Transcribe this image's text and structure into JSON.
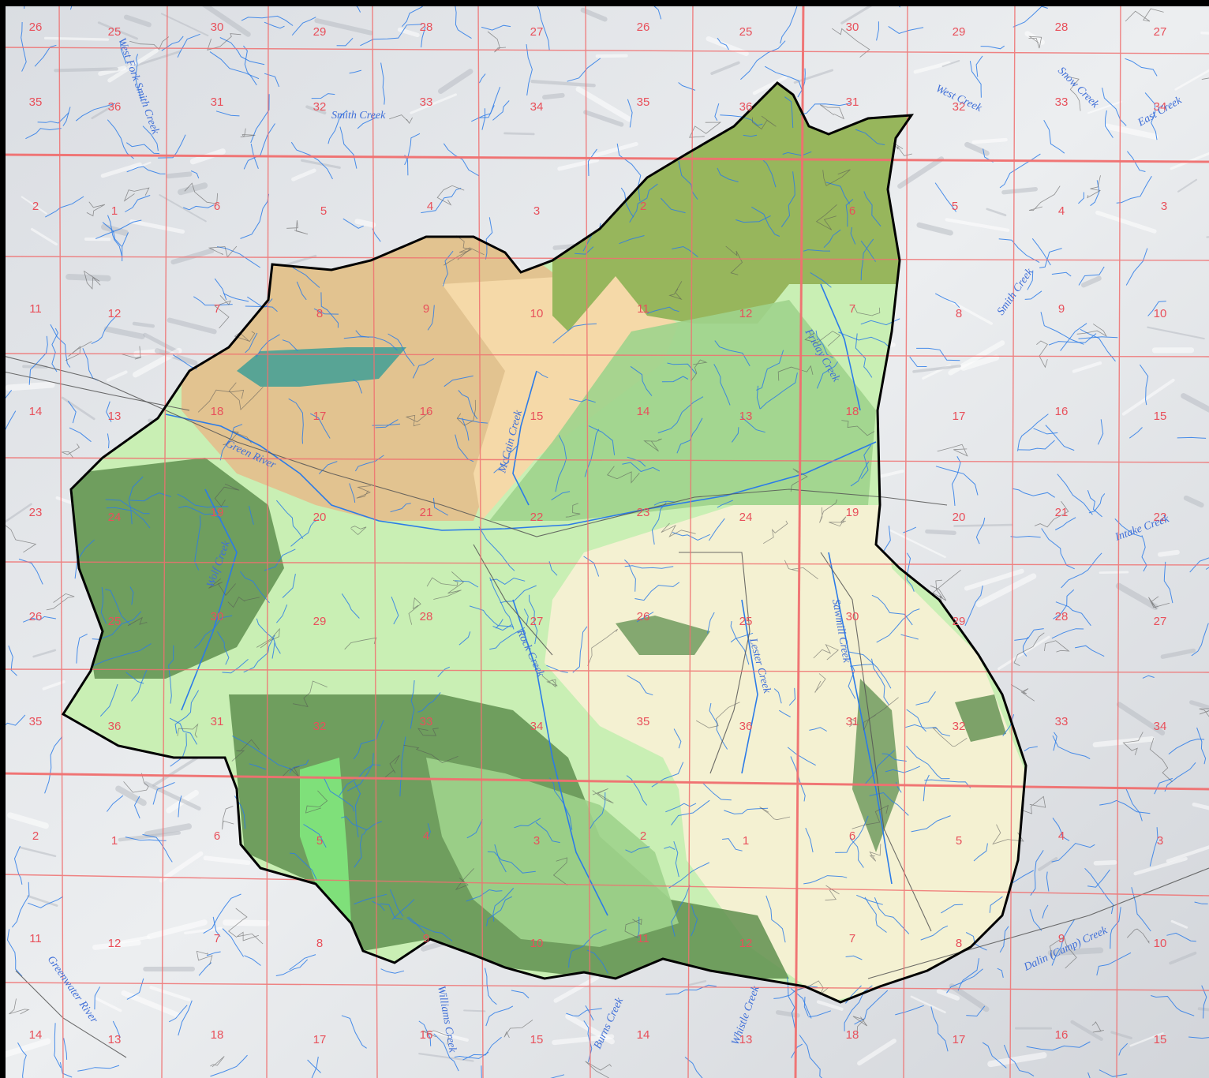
{
  "colors": {
    "background": "#e9eaec",
    "grid": "#f07070",
    "stream": "#2b7be8",
    "road": "#555555",
    "boundary": "#000000",
    "section_label": "#e8505b",
    "creek_label": "#3f6fd8",
    "zone_tan": "#e4c08e",
    "zone_pale_tan": "#f5d9a8",
    "zone_olive": "#97b65c",
    "zone_light_green": "#c9efb4",
    "zone_mid_green": "#9ed38c",
    "zone_dark_green": "#5f8f4f",
    "zone_cream": "#f4f1d2",
    "zone_bright_green": "#7fe07a",
    "zone_teal": "#3f9f96"
  },
  "section_numbers": [
    "26",
    "25",
    "30",
    "29",
    "28",
    "27",
    "26",
    "25",
    "30",
    "29",
    "28",
    "27",
    "35",
    "36",
    "31",
    "32",
    "33",
    "34",
    "35",
    "36",
    "31",
    "32",
    "33",
    "34",
    "2",
    "1",
    "6",
    "5",
    "4",
    "3",
    "2",
    "6",
    "5",
    "4",
    "3",
    "11",
    "12",
    "7",
    "8",
    "9",
    "10",
    "11",
    "12",
    "7",
    "8",
    "9",
    "10",
    "14",
    "13",
    "18",
    "17",
    "16",
    "15",
    "14",
    "13",
    "18",
    "17",
    "16",
    "15",
    "23",
    "24",
    "19",
    "20",
    "21",
    "22",
    "23",
    "24",
    "19",
    "20",
    "21",
    "22",
    "26",
    "25",
    "30",
    "29",
    "28",
    "27",
    "26",
    "25",
    "30",
    "29",
    "28",
    "27",
    "35",
    "36",
    "31",
    "32",
    "33",
    "34",
    "35",
    "36",
    "31",
    "32",
    "33",
    "34",
    "2",
    "1",
    "6",
    "5",
    "4",
    "3",
    "2",
    "1",
    "6",
    "5",
    "4",
    "3",
    "11",
    "12",
    "7",
    "8",
    "9",
    "10",
    "11",
    "12",
    "7",
    "8",
    "9",
    "10",
    "14",
    "13",
    "18",
    "17",
    "16",
    "15",
    "14",
    "13",
    "18",
    "17",
    "16",
    "15"
  ],
  "creek_labels": [
    "West Fork Smith Creek",
    "Smith Creek",
    "West Creek",
    "Snow Creek",
    "East Creek",
    "Smith Creek",
    "Green River",
    "McCain Creek",
    "Friday Creek",
    "Intake Creek",
    "Wolf Creek",
    "Rock Creek",
    "Lester Creek",
    "Sawmill Creek",
    "Greenwater River",
    "Burns Creek",
    "Whistle Creek",
    "Dalin (Camp) Creek",
    "Williams Creek"
  ]
}
